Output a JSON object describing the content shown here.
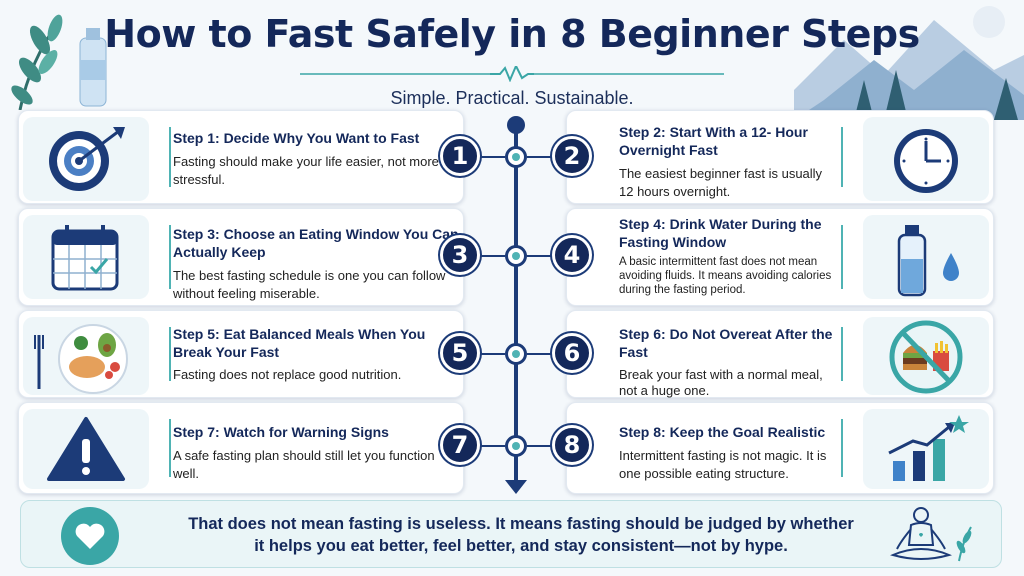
{
  "header": {
    "title": "How to Fast Safely in 8 Beginner Steps",
    "subtitle": "Simple. Practical. Sustainable."
  },
  "steps": [
    {
      "number": "1",
      "title": "Step 1: Decide Why You Want to Fast",
      "body": "Fasting should make your life easier, not more stressful.",
      "icon": "target-icon"
    },
    {
      "number": "2",
      "title": "Step 2: Start With a 12- Hour Overnight Fast",
      "body": "The easiest beginner fast is usually 12 hours overnight.",
      "icon": "clock-icon"
    },
    {
      "number": "3",
      "title": "Step 3: Choose an Eating Window You Can Actually Keep",
      "body": "The best fasting schedule is one you can follow without feeling miserable.",
      "icon": "calendar-icon"
    },
    {
      "number": "4",
      "title": "Step 4: Drink Water During the Fasting Window",
      "body": "A basic intermittent fast does not mean avoiding fluids. It means avoiding calories during the fasting period.",
      "icon": "water-bottle-icon"
    },
    {
      "number": "5",
      "title": "Step 5: Eat Balanced Meals When You Break Your Fast",
      "body": "Fasting does not replace good nutrition.",
      "icon": "balanced-plate-icon"
    },
    {
      "number": "6",
      "title": "Step 6: Do Not Overeat After the Fast",
      "body": "Break your fast with a normal meal, not a huge one.",
      "icon": "no-junk-food-icon"
    },
    {
      "number": "7",
      "title": "Step 7: Watch for Warning Signs",
      "body": "A safe fasting plan should still let you function well.",
      "icon": "warning-icon"
    },
    {
      "number": "8",
      "title": "Step 8: Keep the Goal Realistic",
      "body": "Intermittent fasting is not magic. It is one possible eating structure.",
      "icon": "growth-chart-icon"
    }
  ],
  "footer": {
    "text": "That does not mean fasting is useless. It means fasting should be judged by whether it helps you eat better, feel better, and stay consistent—not by hype."
  },
  "colors": {
    "navy": "#14285a",
    "teal": "#3aa6a6",
    "background": "#f4f8fb"
  }
}
